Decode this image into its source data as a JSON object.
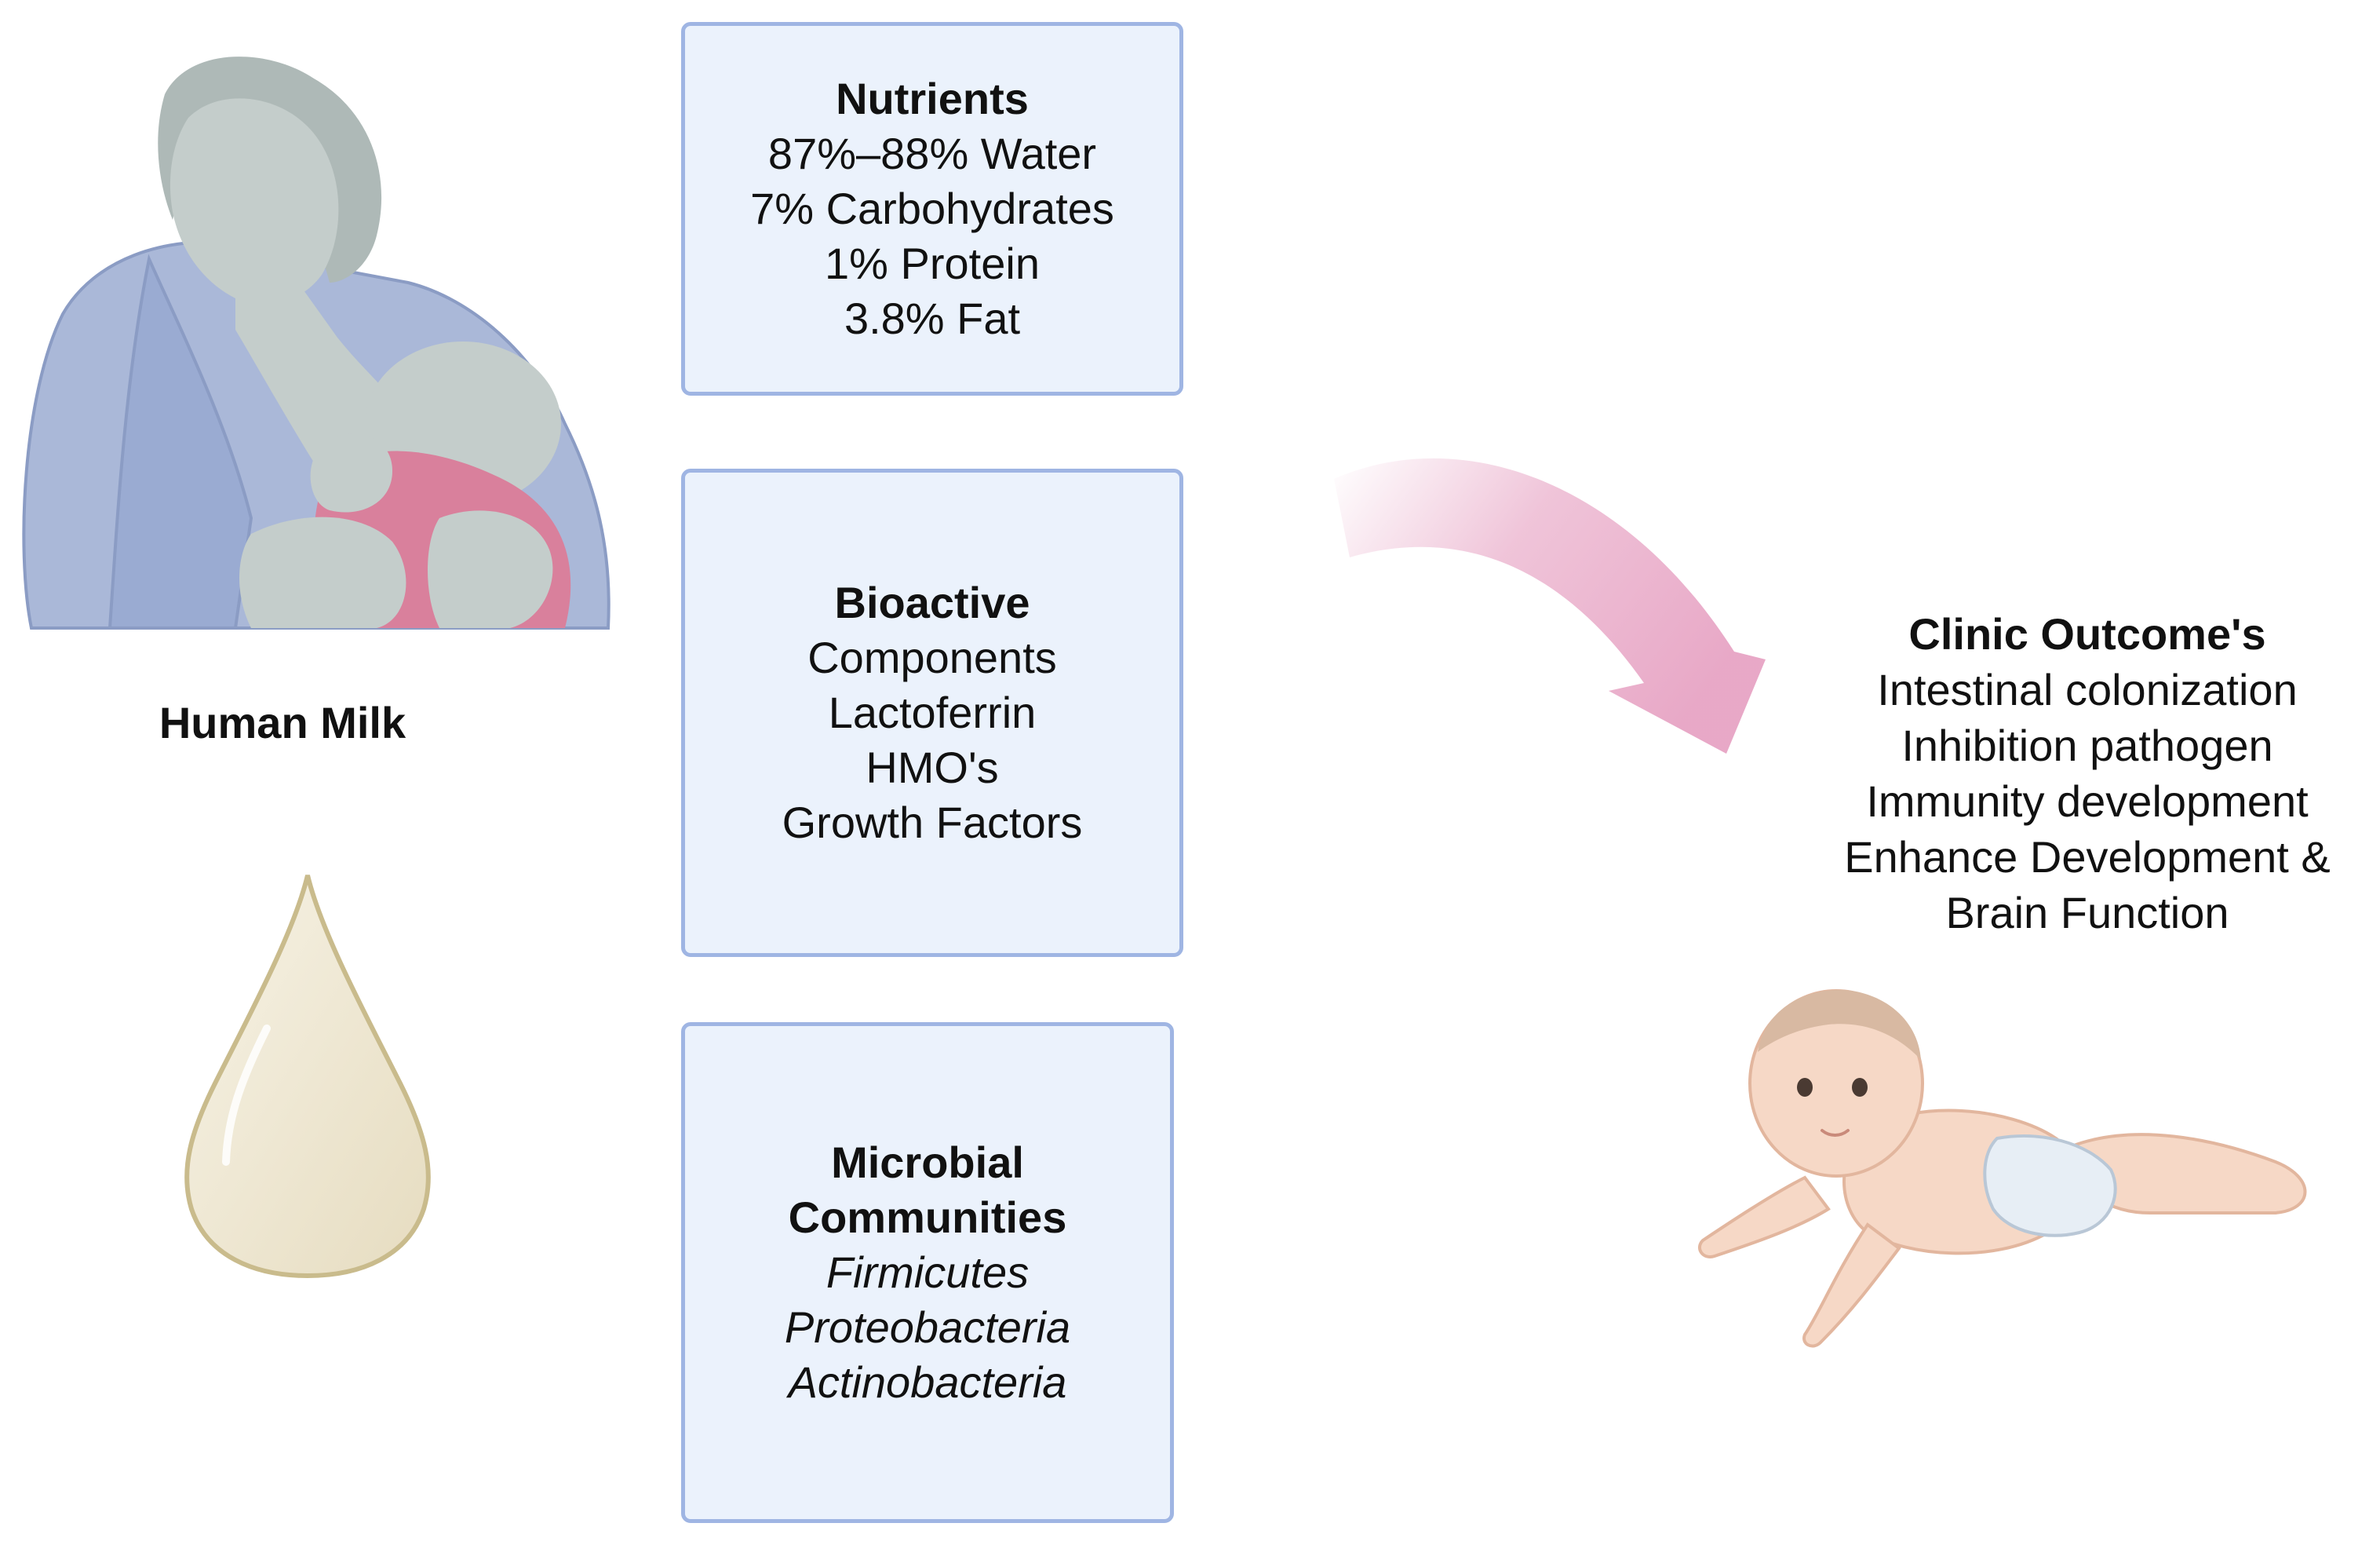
{
  "source": {
    "label": "Human Milk"
  },
  "boxes": {
    "nutrients": {
      "title": "Nutrients",
      "lines": [
        "87%–88% Water",
        "7% Carbohydrates",
        "1% Protein",
        "3.8% Fat"
      ]
    },
    "bioactive": {
      "title": "Bioactive",
      "lines": [
        "Components",
        "Lactoferrin",
        "HMO's",
        "Growth Factors"
      ]
    },
    "microbial": {
      "title_lines": [
        "Microbial",
        "Communities"
      ],
      "lines": [
        "Firmicutes",
        "Proteobacteria",
        "Actinobacteria"
      ]
    }
  },
  "outcome": {
    "title": "Clinic Outcome's",
    "lines": [
      "Intestinal colonization",
      "Inhibition pathogen",
      "Immunity development",
      "Enhance Development &",
      "Brain Function"
    ]
  },
  "icons": {
    "mother": "breastfeeding-mother-icon",
    "drop": "milk-drop-icon",
    "arrow": "curved-arrow-icon",
    "infant": "crawling-infant-icon"
  },
  "colors": {
    "box_fill": "#ebf2fc",
    "box_border": "#9fb5e3",
    "arrow": "#e7a4c4",
    "drop_fill": "#efe7d3",
    "drop_outline": "#c9bb8c",
    "mother_skin": "#c4cdcb",
    "mother_robe": "#aab8d8",
    "baby_blanket": "#d9809c",
    "infant_skin": "#f6d8c6",
    "diaper": "#e7eef5"
  }
}
